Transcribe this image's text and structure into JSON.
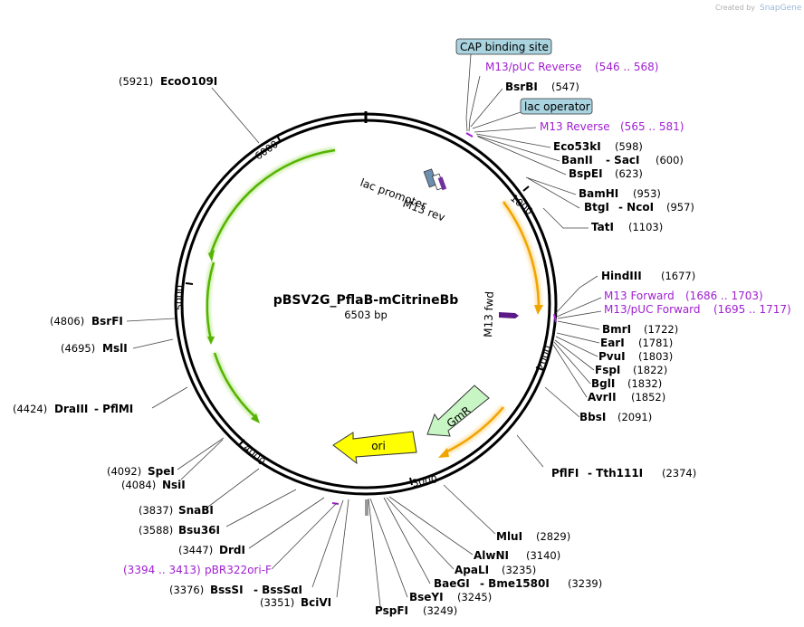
{
  "credit": {
    "prefix": "Created by",
    "brand": "SnapGene"
  },
  "plasmid": {
    "name": "pBSV2G_PflaB-mCitrineBb",
    "length": "6503 bp",
    "bp": 6503
  },
  "colors": {
    "backbone": "#000000",
    "primer": "#a020d0",
    "feature_box": "#a9d3df",
    "green_arrow": "#55b400",
    "orange_arrow": "#f0a400",
    "ori": "#ffff00",
    "gmr": "#c8f5c4"
  },
  "ticks": [
    {
      "label": "1000",
      "bp": 1000
    },
    {
      "label": "2000",
      "bp": 2000
    },
    {
      "label": "3000",
      "bp": 3000
    },
    {
      "label": "4000",
      "bp": 4000
    },
    {
      "label": "5000",
      "bp": 5000
    },
    {
      "label": "6000",
      "bp": 6000
    }
  ],
  "features": [
    {
      "name": "CAP binding site",
      "type": "box"
    },
    {
      "name": "lac operator",
      "type": "box"
    },
    {
      "name": "lac promoter",
      "type": "inner"
    },
    {
      "name": "GmR",
      "type": "inner"
    },
    {
      "name": "ori",
      "type": "inner"
    }
  ],
  "primers_inner": [
    {
      "name": "M13 rev"
    },
    {
      "name": "M13 fwd"
    }
  ],
  "sites": [
    {
      "name": "EcoO109I",
      "pos": "(5921)",
      "kind": "enzyme"
    },
    {
      "name": "M13/pUC Reverse",
      "pos": "(546 .. 568)",
      "kind": "primer"
    },
    {
      "name": "BsrBI",
      "pos": "(547)",
      "kind": "enzyme"
    },
    {
      "name": "M13 Reverse",
      "pos": "(565 .. 581)",
      "kind": "primer"
    },
    {
      "name": "Eco53kI",
      "pos": "(598)",
      "kind": "enzyme"
    },
    {
      "name": "BanII",
      "name2": "SacI",
      "pos": "(600)",
      "kind": "enzyme"
    },
    {
      "name": "BspEI",
      "pos": "(623)",
      "kind": "enzyme"
    },
    {
      "name": "BamHI",
      "pos": "(953)",
      "kind": "enzyme"
    },
    {
      "name": "BtgI",
      "name2": "NcoI",
      "pos": "(957)",
      "kind": "enzyme"
    },
    {
      "name": "TatI",
      "pos": "(1103)",
      "kind": "enzyme"
    },
    {
      "name": "HindIII",
      "pos": "(1677)",
      "kind": "enzyme"
    },
    {
      "name": "M13 Forward",
      "pos": "(1686 .. 1703)",
      "kind": "primer"
    },
    {
      "name": "M13/pUC Forward",
      "pos": "(1695 .. 1717)",
      "kind": "primer"
    },
    {
      "name": "BmrI",
      "pos": "(1722)",
      "kind": "enzyme"
    },
    {
      "name": "EarI",
      "pos": "(1781)",
      "kind": "enzyme"
    },
    {
      "name": "PvuI",
      "pos": "(1803)",
      "kind": "enzyme"
    },
    {
      "name": "FspI",
      "pos": "(1822)",
      "kind": "enzyme"
    },
    {
      "name": "BglI",
      "pos": "(1832)",
      "kind": "enzyme"
    },
    {
      "name": "AvrII",
      "pos": "(1852)",
      "kind": "enzyme"
    },
    {
      "name": "BbsI",
      "pos": "(2091)",
      "kind": "enzyme"
    },
    {
      "name": "PflFI",
      "name2": "Tth111I",
      "pos": "(2374)",
      "kind": "enzyme"
    },
    {
      "name": "MluI",
      "pos": "(2829)",
      "kind": "enzyme"
    },
    {
      "name": "AlwNI",
      "pos": "(3140)",
      "kind": "enzyme"
    },
    {
      "name": "ApaLI",
      "pos": "(3235)",
      "kind": "enzyme"
    },
    {
      "name": "BaeGI",
      "name2": "Bme1580I",
      "pos": "(3239)",
      "kind": "enzyme"
    },
    {
      "name": "BseYI",
      "pos": "(3245)",
      "kind": "enzyme"
    },
    {
      "name": "PspFI",
      "pos": "(3249)",
      "kind": "enzyme"
    },
    {
      "name": "BciVI",
      "pos": "(3351)",
      "kind": "enzyme"
    },
    {
      "name": "BssSI",
      "name2": "BssSαI",
      "pos": "(3376)",
      "kind": "enzyme"
    },
    {
      "name": "pBR322ori-F",
      "pos": "(3394 .. 3413)",
      "kind": "primer"
    },
    {
      "name": "DrdI",
      "pos": "(3447)",
      "kind": "enzyme"
    },
    {
      "name": "Bsu36I",
      "pos": "(3588)",
      "kind": "enzyme"
    },
    {
      "name": "SnaBI",
      "pos": "(3837)",
      "kind": "enzyme"
    },
    {
      "name": "NsiI",
      "pos": "(4084)",
      "kind": "enzyme"
    },
    {
      "name": "SpeI",
      "pos": "(4092)",
      "kind": "enzyme"
    },
    {
      "name": "DraIII",
      "name2": "PflMI",
      "pos": "(4424)",
      "kind": "enzyme"
    },
    {
      "name": "MslI",
      "pos": "(4695)",
      "kind": "enzyme"
    },
    {
      "name": "BsrFI",
      "pos": "(4806)",
      "kind": "enzyme"
    }
  ]
}
